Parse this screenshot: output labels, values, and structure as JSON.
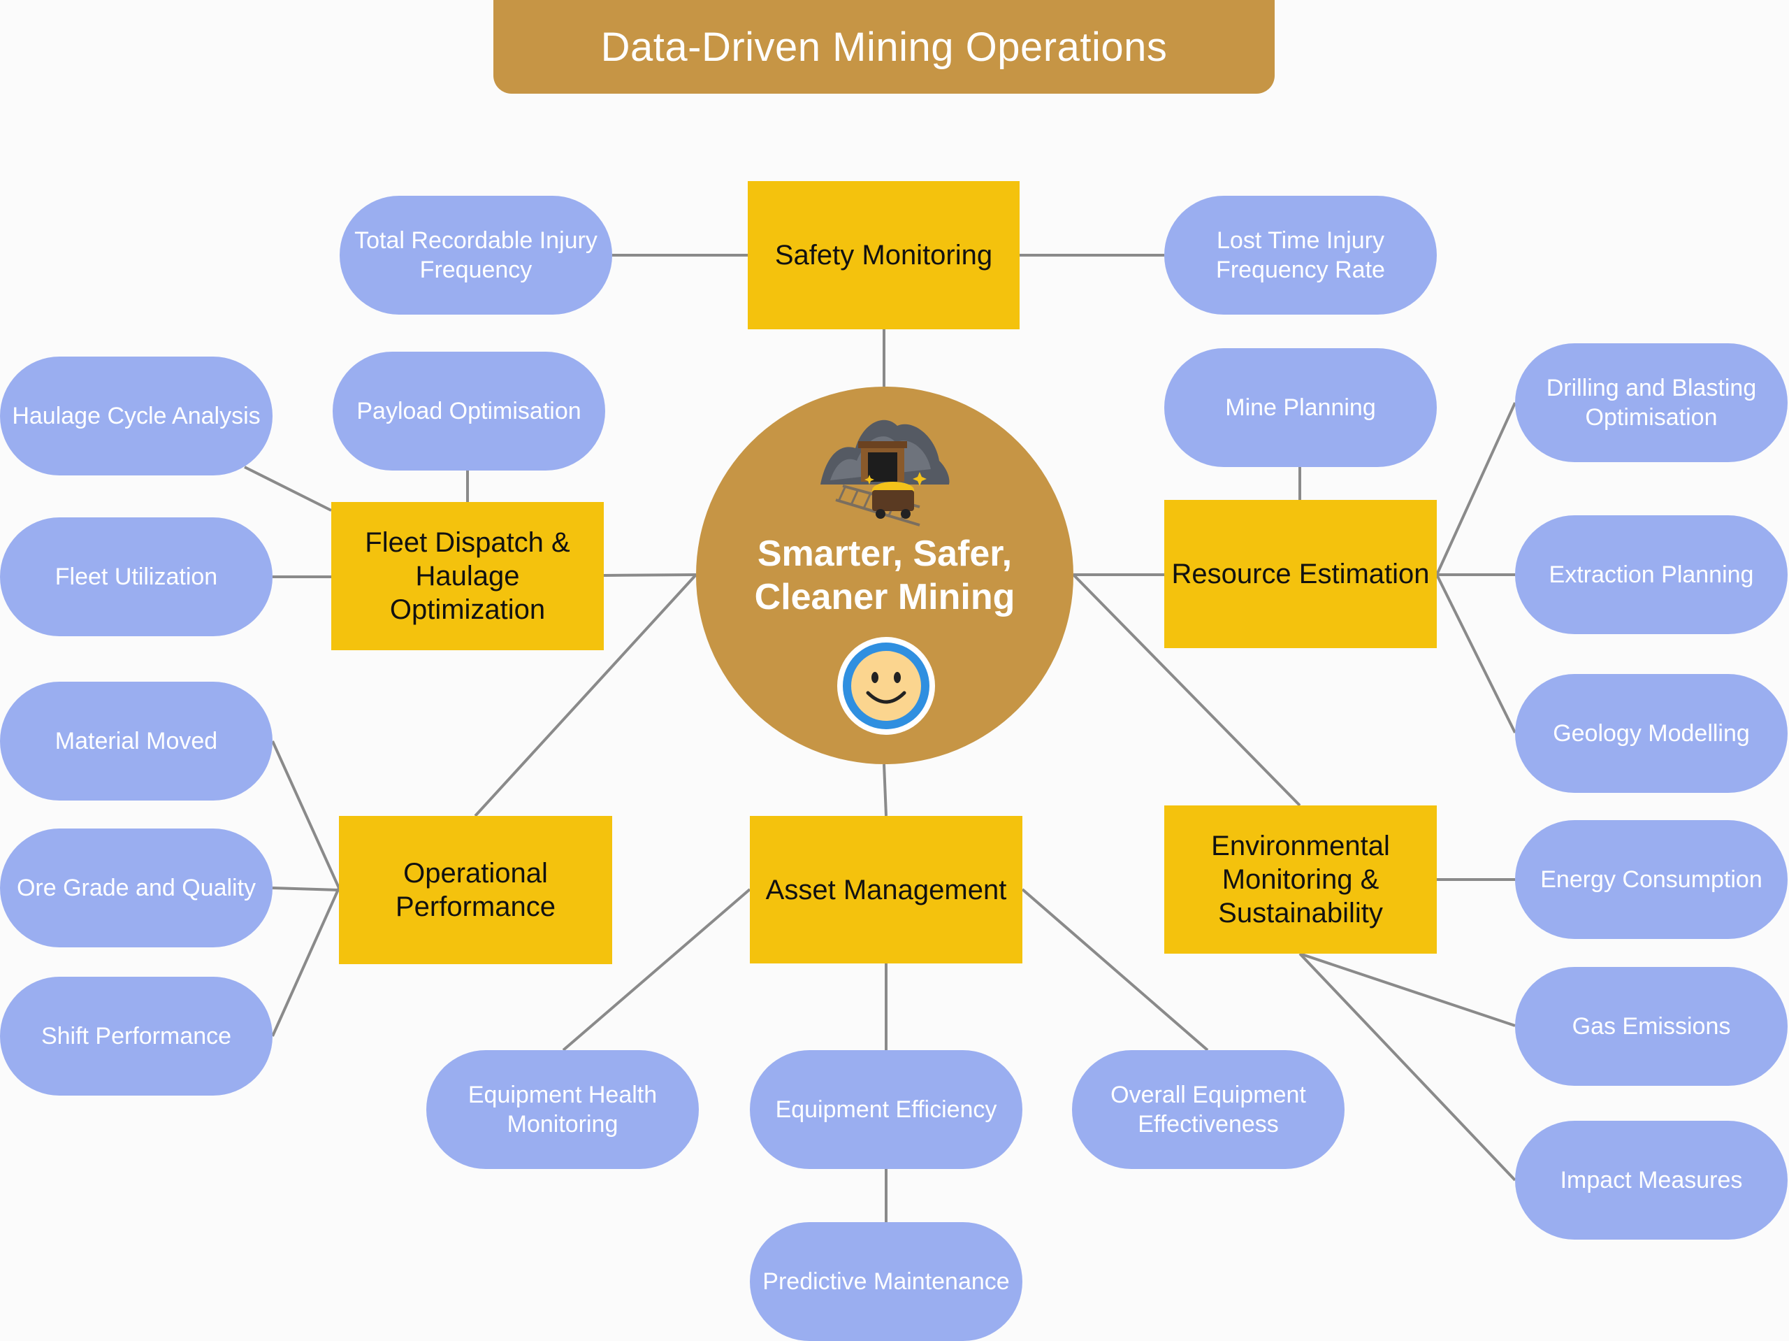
{
  "title": "Data-Driven Mining Operations",
  "hub": {
    "line1": "Smarter, Safer,",
    "line2": "Cleaner Mining",
    "icons": [
      "mine-entrance-icon",
      "mine-cart-icon",
      "smiley-icon"
    ]
  },
  "colors": {
    "title_bg": "#c69545",
    "hub_bg": "#c69545",
    "category_bg": "#f4c20d",
    "kpi_bg": "#9aaef0",
    "connector": "#8a8a8a"
  },
  "categories": {
    "safety": "Safety Monitoring",
    "fleet": "Fleet Dispatch & Haulage Optimization",
    "resource": "Resource Estimation",
    "operational": "Operational Performance",
    "asset": "Asset Management",
    "environmental": "Environmental Monitoring & Sustainability"
  },
  "kpis": {
    "trif": "Total Recordable Injury Frequency",
    "ltifr": "Lost Time Injury Frequency Rate",
    "haulage_cycle": "Haulage Cycle Analysis",
    "payload": "Payload Optimisation",
    "fleet_util": "Fleet Utilization",
    "mine_planning": "Mine Planning",
    "drilling": "Drilling and Blasting Optimisation",
    "extraction": "Extraction Planning",
    "geology": "Geology Modelling",
    "material": "Material Moved",
    "ore_grade": "Ore Grade and Quality",
    "shift": "Shift Performance",
    "equip_health": "Equipment Health Monitoring",
    "equip_eff": "Equipment Efficiency",
    "oee": "Overall Equipment Effectiveness",
    "predictive": "Predictive Maintenance",
    "energy": "Energy Consumption",
    "gas": "Gas Emissions",
    "impact": "Impact Measures"
  }
}
